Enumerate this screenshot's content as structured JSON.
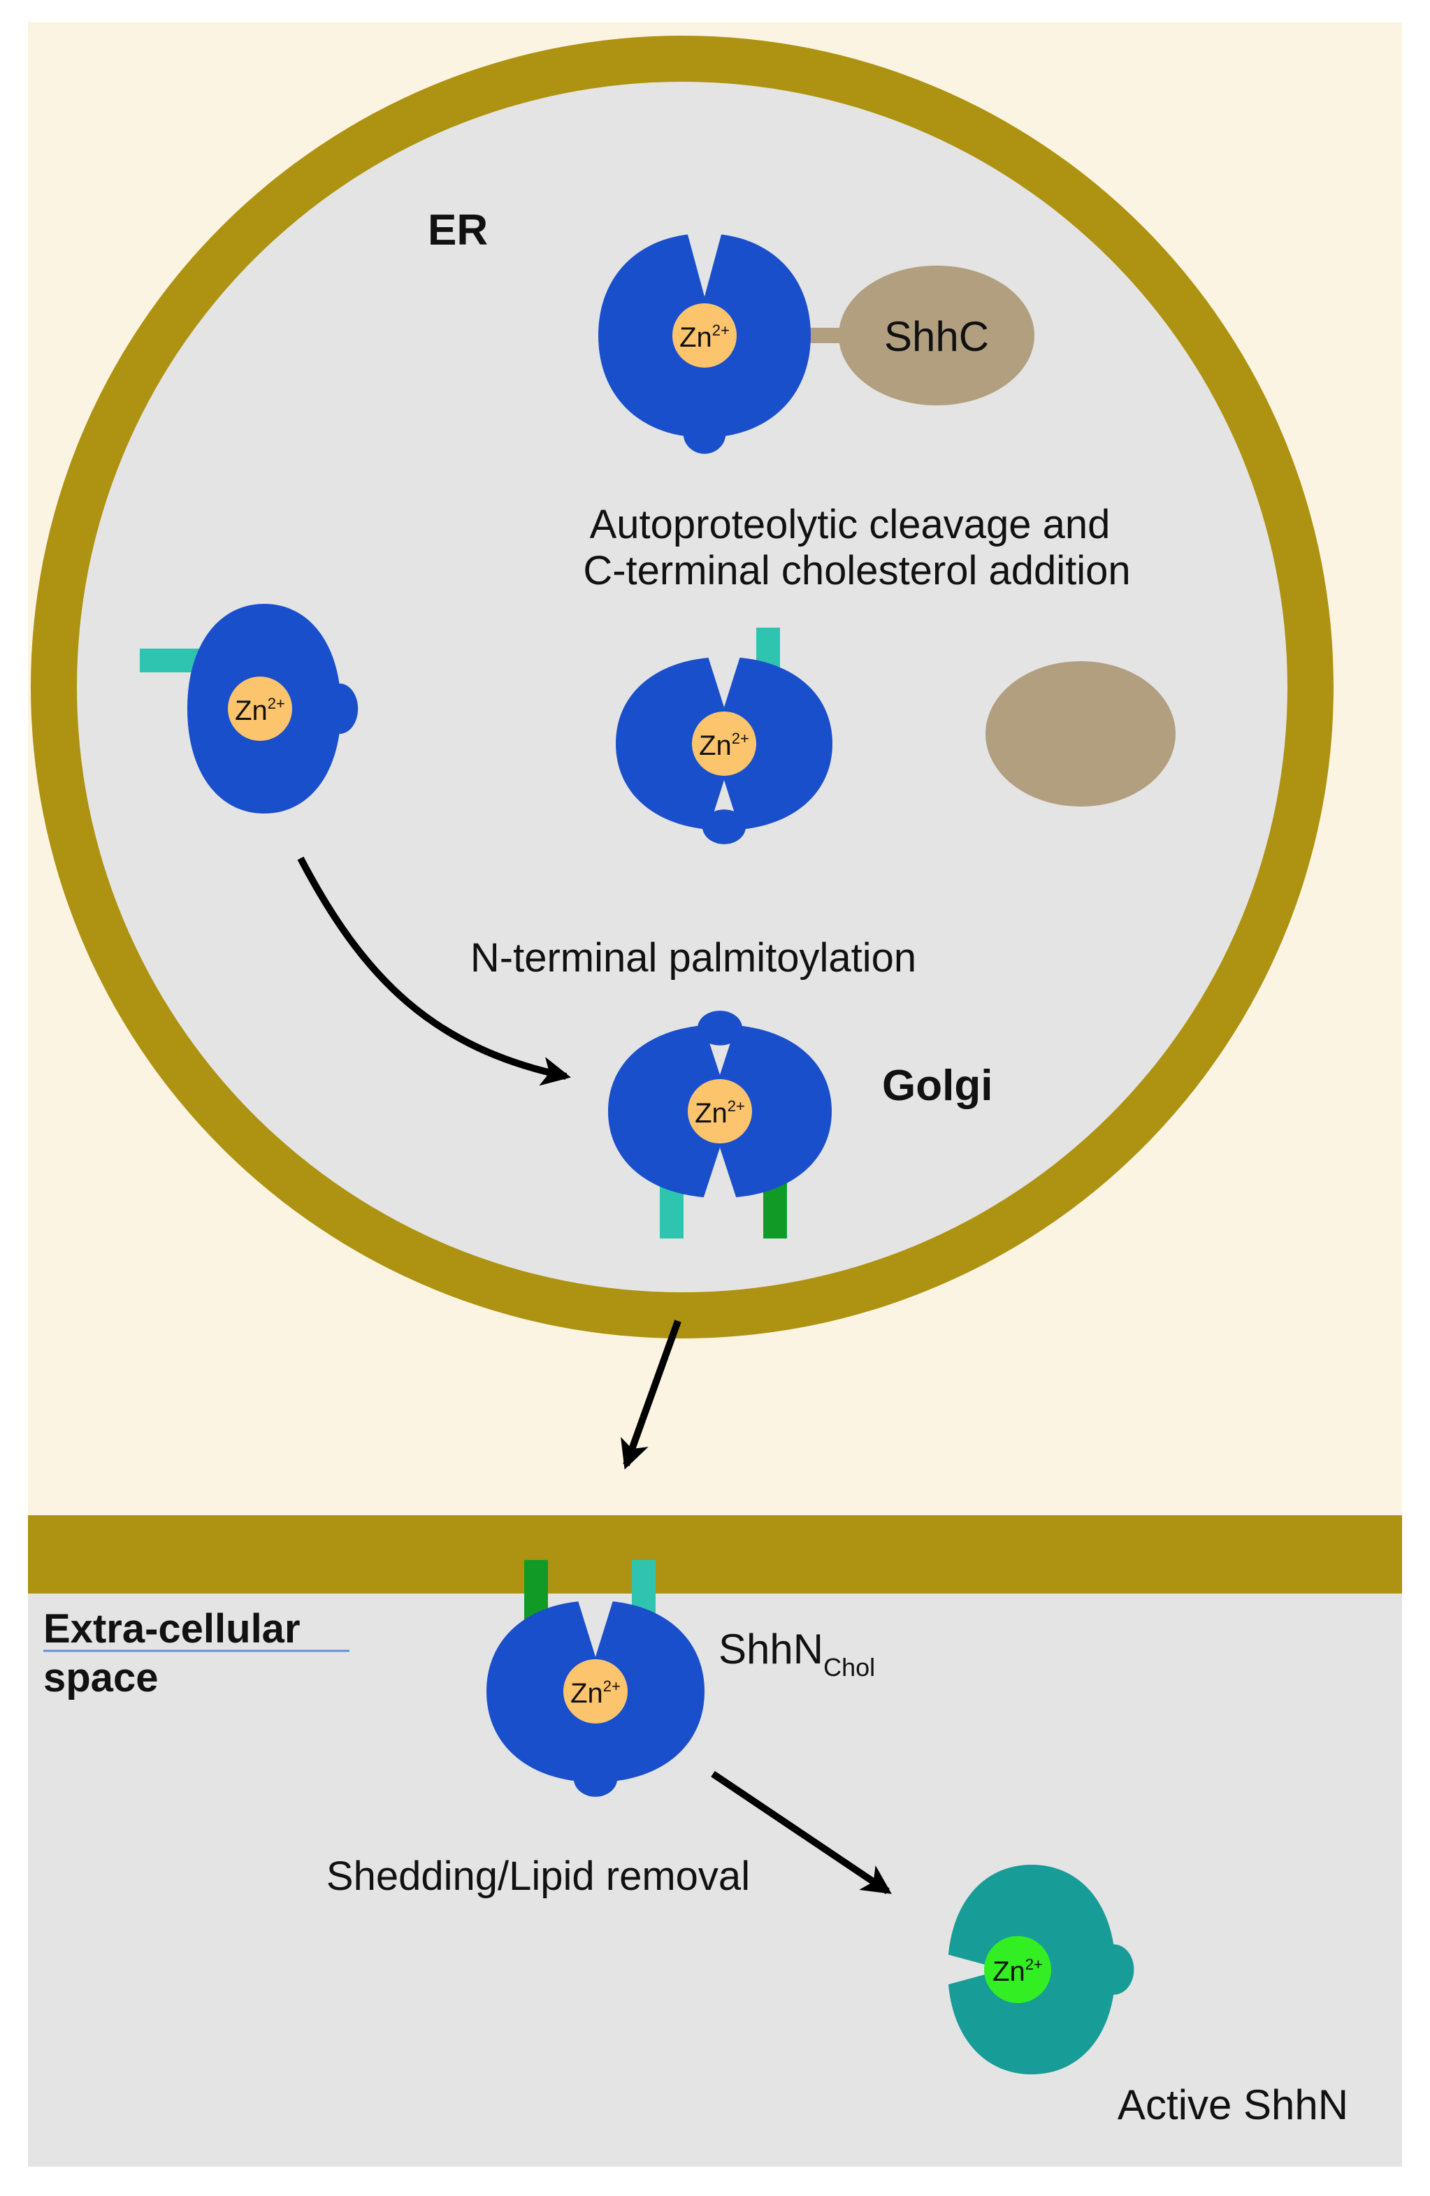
{
  "labels": {
    "er": "ER",
    "shhc": "ShhC",
    "cleavage_line1": "Autoproteolytic cleavage and",
    "cleavage_line2": "C-terminal cholesterol addition",
    "palmitoylation": "N-terminal palmitoylation",
    "golgi": "Golgi",
    "extracellular_line1": "Extra-cellular",
    "extracellular_line2": "space",
    "shhn_main": "ShhN",
    "shhn_sub": "Chol",
    "shedding": "Shedding/Lipid removal",
    "active": "Active ShhN"
  },
  "zinc": {
    "base": "Zn",
    "charge": "2+"
  },
  "colors": {
    "cytoplasm": "#fcf4e2",
    "er_membrane": "#ad9311",
    "er_lumen": "#e4e4e4",
    "extracellular": "#e4e4e4",
    "protein_blue": "#1a4fcc",
    "zinc_orange": "#fcc46c",
    "shhc_tan": "#b19f80",
    "palmitate": "#2ec4b0",
    "cholesterol": "#129a26",
    "active_teal": "#179c98",
    "active_zinc": "#33ee22",
    "arrow": "#000000"
  },
  "icons": {
    "protein": "zinc-binding-protein-icon",
    "arrow": "arrow-icon"
  }
}
